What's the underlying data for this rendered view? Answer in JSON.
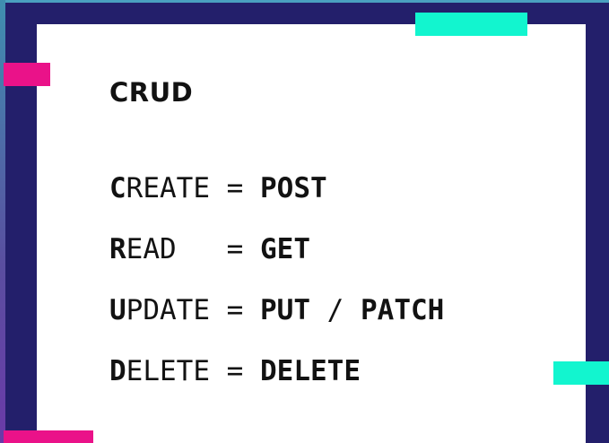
{
  "colors": {
    "background": "#231f6b",
    "card": "#ffffff",
    "text": "#121212",
    "accent_teal": "#12f5cf",
    "accent_pink": "#ea1289"
  },
  "heading": "CRUD",
  "rows": [
    {
      "initial": "C",
      "rest": "REATE",
      "pad": " ",
      "eq": "= ",
      "verb": "POST",
      "sep": "",
      "verb2": ""
    },
    {
      "initial": "R",
      "rest": "EAD",
      "pad": "   ",
      "eq": "= ",
      "verb": "GET",
      "sep": "",
      "verb2": ""
    },
    {
      "initial": "U",
      "rest": "PDATE",
      "pad": " ",
      "eq": "= ",
      "verb": "PUT",
      "sep": " / ",
      "verb2": "PATCH"
    },
    {
      "initial": "D",
      "rest": "ELETE",
      "pad": " ",
      "eq": "= ",
      "verb": "DELETE",
      "sep": "",
      "verb2": ""
    }
  ]
}
